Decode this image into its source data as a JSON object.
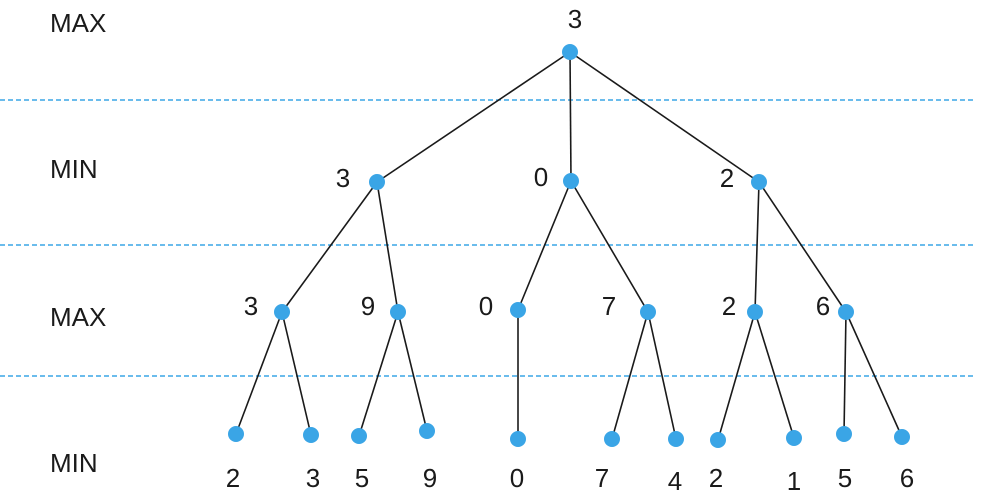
{
  "diagram": {
    "levels": [
      {
        "label": "MAX"
      },
      {
        "label": "MIN"
      },
      {
        "label": "MAX"
      },
      {
        "label": "MIN"
      }
    ],
    "root": {
      "value": "3",
      "children": [
        {
          "value": "3",
          "children": [
            {
              "value": "3",
              "children": [
                {
                  "value": "2"
                },
                {
                  "value": "3"
                }
              ]
            },
            {
              "value": "9",
              "children": [
                {
                  "value": "5"
                },
                {
                  "value": "9"
                }
              ]
            }
          ]
        },
        {
          "value": "0",
          "children": [
            {
              "value": "0",
              "children": [
                {
                  "value": "0"
                }
              ]
            },
            {
              "value": "7",
              "children": [
                {
                  "value": "7"
                },
                {
                  "value": "4"
                }
              ]
            }
          ]
        },
        {
          "value": "2",
          "children": [
            {
              "value": "2",
              "children": [
                {
                  "value": "2"
                },
                {
                  "value": "1"
                }
              ]
            },
            {
              "value": "6",
              "children": [
                {
                  "value": "5"
                },
                {
                  "value": "6"
                }
              ]
            }
          ]
        }
      ]
    },
    "colors": {
      "node": "#3aa5e6",
      "edge": "#1a1a1a",
      "divider": "#3aa5e6",
      "text": "#1a1a1a"
    }
  }
}
